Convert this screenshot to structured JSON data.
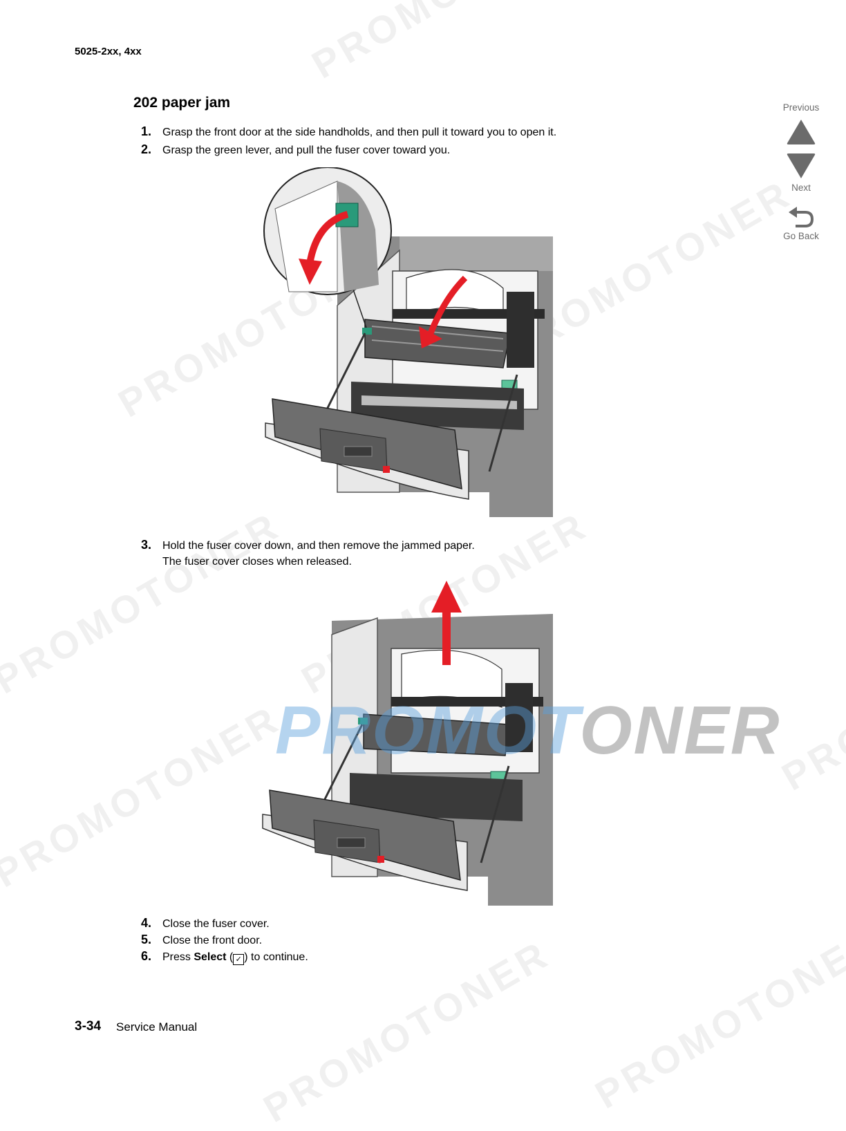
{
  "header": {
    "code": "5025-2xx, 4xx"
  },
  "title": "202 paper jam",
  "steps": [
    {
      "num": "1.",
      "text": "Grasp the front door at the side handholds, and then pull it toward you to open it."
    },
    {
      "num": "2.",
      "text": "Grasp the green lever, and pull the fuser cover toward you."
    },
    {
      "num": "3.",
      "text": "Hold the fuser cover down, and then remove the jammed paper.",
      "sub": "The fuser cover closes when released."
    },
    {
      "num": "4.",
      "text": "Close the fuser cover."
    },
    {
      "num": "5.",
      "text": "Close the front door."
    },
    {
      "num": "6.",
      "pre": "Press ",
      "bold": "Select",
      "mid": " (",
      "post": ") to continue."
    }
  ],
  "nav": {
    "previous": "Previous",
    "next": "Next",
    "go_back": "Go Back"
  },
  "footer": {
    "page": "3-34",
    "title": "Service Manual"
  },
  "watermark": {
    "text": "PROMOTONER",
    "big_prefix": "PROMOT",
    "big_suffix": "ONER"
  },
  "colors": {
    "red_arrow": "#e41e26",
    "green_lever": "#2a9a7a",
    "nav_gray": "#6b6b6b"
  }
}
